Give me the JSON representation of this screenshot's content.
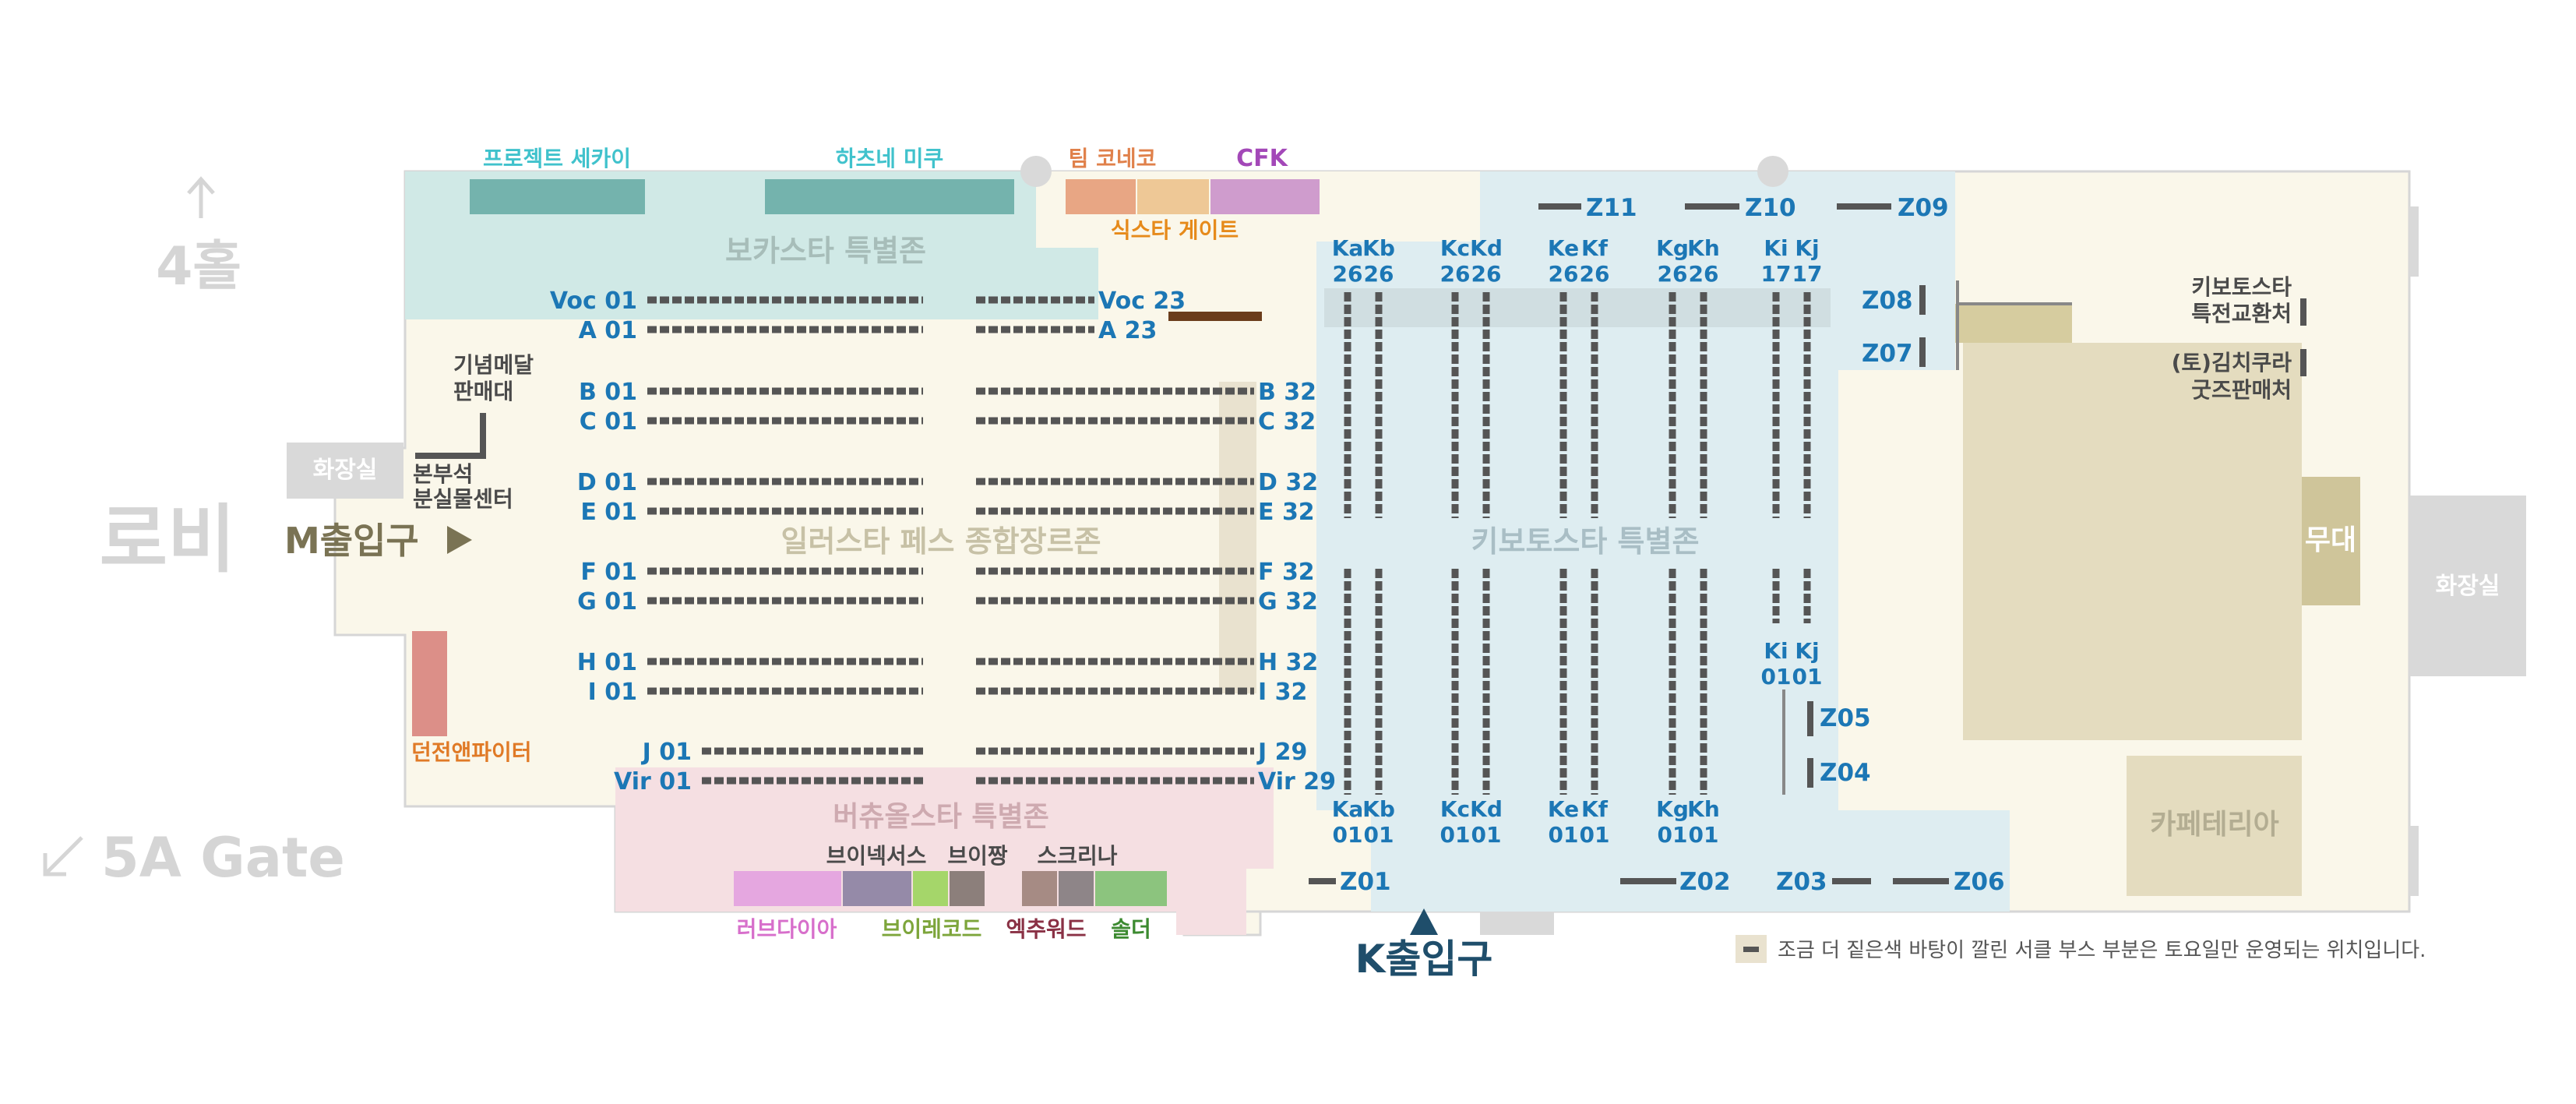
{
  "colors": {
    "cream": "#faf7ea",
    "outline": "#d9d9d9",
    "teal_zone": "#d0e9e6",
    "teal_booth": "#74b3ad",
    "blue_zone": "#deedf1",
    "pink_zone": "#f5dfe2",
    "stage": "#cfc59a",
    "booth_bar": "#555555",
    "blue_text": "#1c77b5",
    "zone_label": "#b3ad92",
    "grey_text": "#d5d5d5",
    "olive_text": "#7a7354"
  },
  "areas": {
    "lobby": "로비",
    "hall4": "4홀",
    "gate5a": "5A Gate",
    "restroom_left": "화장실",
    "restroom_right": "화장실",
    "entrance_m": "M출입구",
    "entrance_k": "K출입구",
    "stage": "무대",
    "cafeteria": "카페테리아"
  },
  "zones": {
    "vocastar": "보카스타 특별존",
    "illustar": "일러스타 페스 종합장르존",
    "kivotostar": "키보토스타 특별존",
    "virtualstar": "버츄올스타 특별존"
  },
  "partners": {
    "project_sekai": "프로젝트 세카이",
    "hatsune_miku": "하츠네 미쿠",
    "team_koneko": "팀 코네코",
    "cfk": "CFK",
    "sikstar_gate": "식스타 게이트",
    "medal_sale": [
      "기념메달",
      "판매대"
    ],
    "lost_found": [
      "본부석",
      "분실물센터"
    ],
    "dungeon_fighter": "던전앤파이터",
    "kivotostar_exchange": [
      "키보토스타",
      "특전교환처"
    ],
    "kimchi_goods": [
      "(토)김치쿠라",
      "굿즈판매처"
    ],
    "vnexus": "브이넥서스",
    "vijjang": "브이짱",
    "screena": "스크리나",
    "lovediamond": "러브다이아",
    "virecord": "브이레코드",
    "exword": "엑추워드",
    "solder": "솔더"
  },
  "booth_rows": {
    "left": [
      "Voc 01",
      "A 01",
      "B 01",
      "C 01",
      "D 01",
      "E 01",
      "F 01",
      "G 01",
      "H 01",
      "I 01",
      "J 01",
      "Vir 01"
    ],
    "right": [
      "Voc 23",
      "A 23",
      "B 32",
      "C 32",
      "D 32",
      "E 32",
      "F 32",
      "G 32",
      "H 32",
      "I 32",
      "J 29",
      "Vir 29"
    ]
  },
  "kivo_columns": {
    "top": [
      [
        "Ka",
        "26"
      ],
      [
        "Kb",
        "26"
      ],
      [
        "Kc",
        "26"
      ],
      [
        "Kd",
        "26"
      ],
      [
        "Ke",
        "26"
      ],
      [
        "Kf",
        "26"
      ],
      [
        "Kg",
        "26"
      ],
      [
        "Kh",
        "26"
      ],
      [
        "Ki",
        "17"
      ],
      [
        "Kj",
        "17"
      ]
    ],
    "bottom": [
      [
        "Ka",
        "01"
      ],
      [
        "Kb",
        "01"
      ],
      [
        "Kc",
        "01"
      ],
      [
        "Kd",
        "01"
      ],
      [
        "Ke",
        "01"
      ],
      [
        "Kf",
        "01"
      ],
      [
        "Kg",
        "01"
      ],
      [
        "Kh",
        "01"
      ]
    ],
    "middle": [
      [
        "Ki",
        "01"
      ],
      [
        "Kj",
        "01"
      ]
    ]
  },
  "z_booths": [
    "Z01",
    "Z02",
    "Z03",
    "Z04",
    "Z05",
    "Z06",
    "Z07",
    "Z08",
    "Z09",
    "Z10",
    "Z11"
  ],
  "legend": "조금 더 짙은색 바탕이 깔린 서클 부스 부분은 토요일만 운영되는 위치입니다."
}
